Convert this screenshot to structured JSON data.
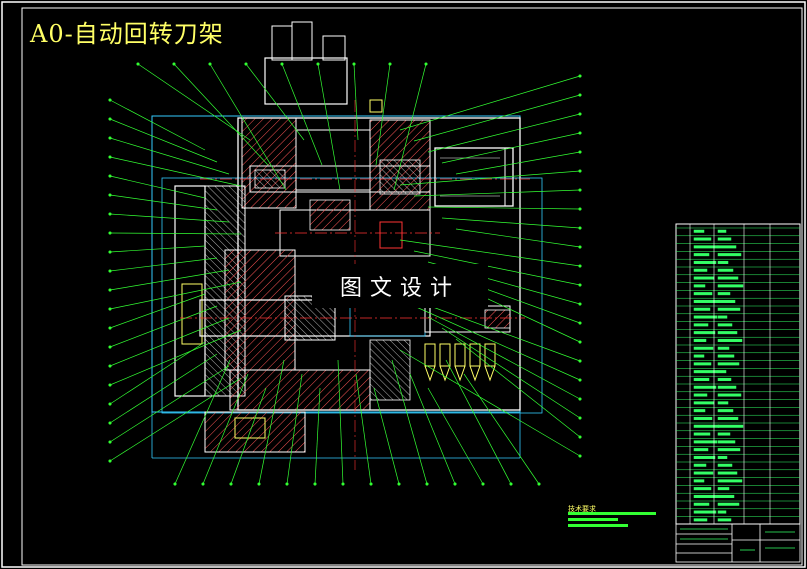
{
  "drawing": {
    "title": "A0-自动回转刀架",
    "watermark": "图文设计",
    "tech_requirements_label": "技术要求"
  },
  "colors": {
    "background": "#000000",
    "frame": "#ffffff",
    "leader": "#33ff33",
    "outline": "#ffffff",
    "hatch": "#ff4444",
    "centerline": "#ff3333",
    "cyan": "#33ccff",
    "yellow": "#ffff66",
    "table": "#33ff66"
  }
}
